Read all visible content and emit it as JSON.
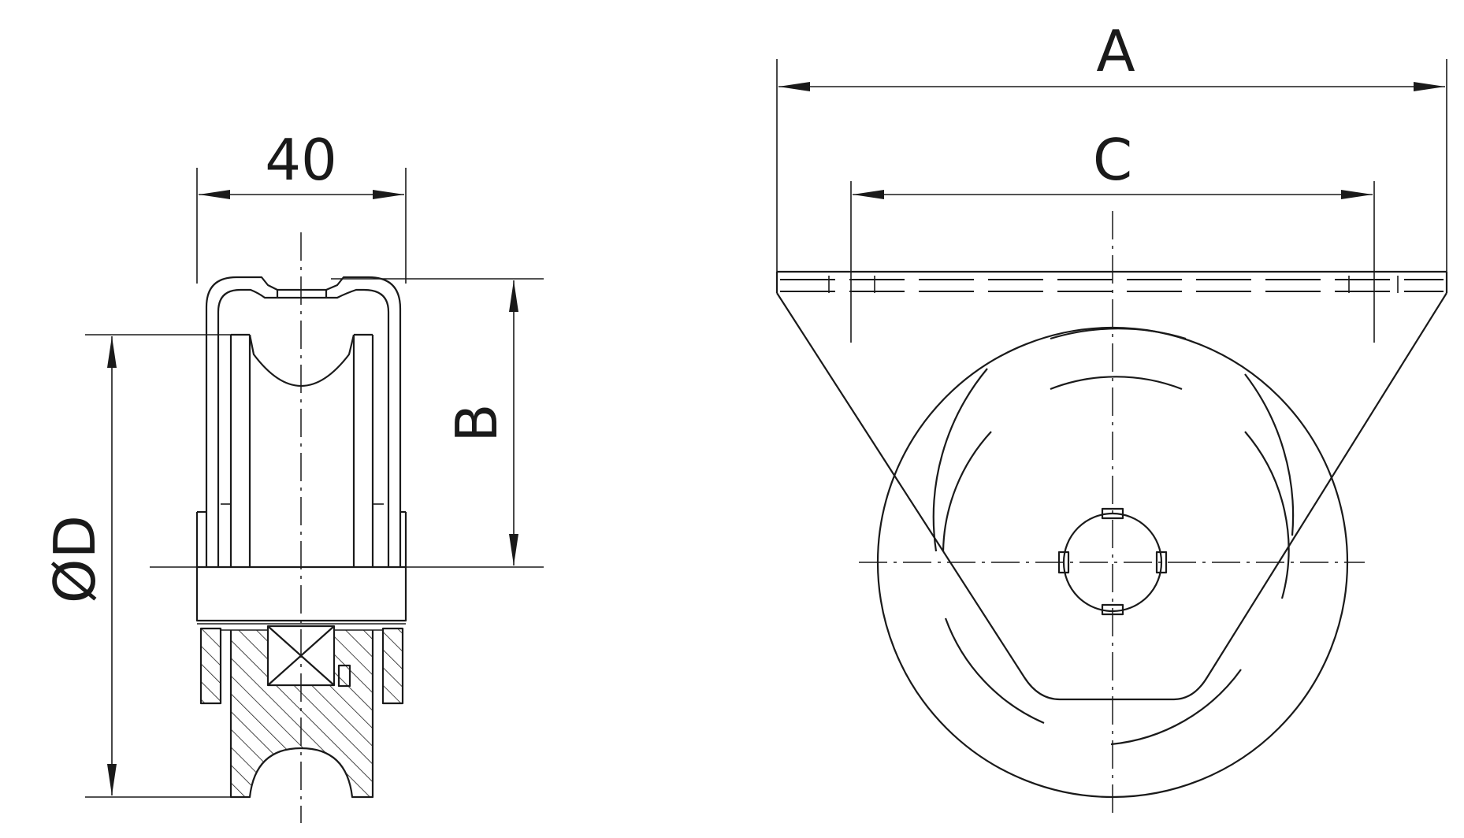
{
  "views": {
    "side_view": {
      "width_label": "40",
      "height_label": "B",
      "diameter_label": "ØD"
    },
    "front_view": {
      "overall_width_label": "A",
      "hole_spacing_label": "C"
    }
  },
  "colors": {
    "line": "#1a1a1a",
    "background": "#ffffff"
  }
}
